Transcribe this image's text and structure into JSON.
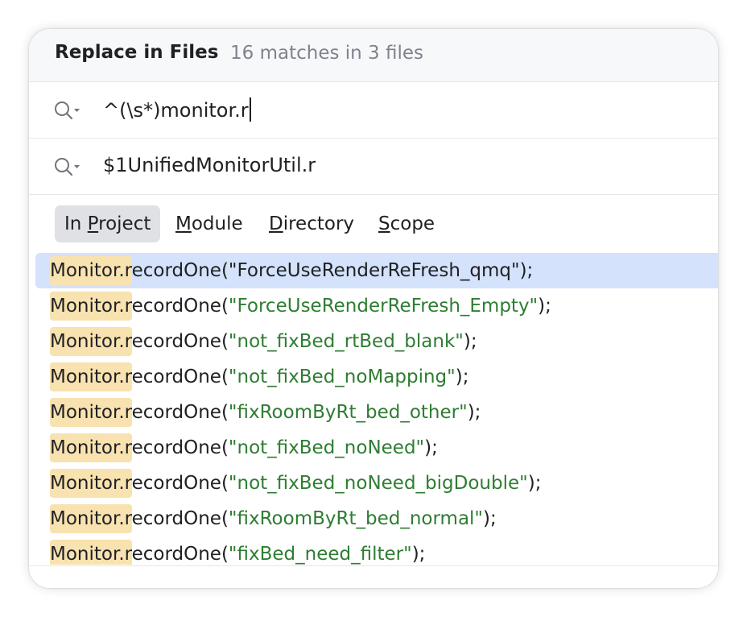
{
  "header": {
    "title": "Replace in Files",
    "match_count": "16 matches in 3 files"
  },
  "search": {
    "find_value": "^(\\s*)monitor.r",
    "find_icon": "search-history-icon",
    "replace_value": "$1UnifiedMonitorUtil.r",
    "replace_icon": "search-history-icon"
  },
  "scope_tabs": [
    {
      "pre": "In ",
      "mnemonic": "P",
      "post": "roject",
      "active": true
    },
    {
      "pre": "",
      "mnemonic": "M",
      "post": "odule",
      "active": false
    },
    {
      "pre": "",
      "mnemonic": "D",
      "post": "irectory",
      "active": false
    },
    {
      "pre": "",
      "mnemonic": "S",
      "post": "cope",
      "active": false
    }
  ],
  "results": [
    {
      "match": "Monitor.r",
      "pre": "ecordOne(",
      "string": "\"ForceUseRenderReFresh_qmq\"",
      "post": ");",
      "selected": true
    },
    {
      "match": "Monitor.r",
      "pre": "ecordOne(",
      "string": "\"ForceUseRenderReFresh_Empty\"",
      "post": ");",
      "selected": false
    },
    {
      "match": "Monitor.r",
      "pre": "ecordOne(",
      "string": "\"not_fixBed_rtBed_blank\"",
      "post": ");",
      "selected": false
    },
    {
      "match": "Monitor.r",
      "pre": "ecordOne(",
      "string": "\"not_fixBed_noMapping\"",
      "post": ");",
      "selected": false
    },
    {
      "match": "Monitor.r",
      "pre": "ecordOne(",
      "string": "\"fixRoomByRt_bed_other\"",
      "post": ");",
      "selected": false
    },
    {
      "match": "Monitor.r",
      "pre": "ecordOne(",
      "string": "\"not_fixBed_noNeed\"",
      "post": ");",
      "selected": false
    },
    {
      "match": "Monitor.r",
      "pre": "ecordOne(",
      "string": "\"not_fixBed_noNeed_bigDouble\"",
      "post": ");",
      "selected": false
    },
    {
      "match": "Monitor.r",
      "pre": "ecordOne(",
      "string": "\"fixRoomByRt_bed_normal\"",
      "post": ");",
      "selected": false
    },
    {
      "match": "Monitor.r",
      "pre": "ecordOne(",
      "string": "\"fixBed_need_filter\"",
      "post": ");",
      "selected": false
    }
  ],
  "colors": {
    "match_highlight": "#f8e2b0",
    "selected_row": "#d4e2fb",
    "string_literal": "#2e7d32",
    "active_tab": "#dfe1e5"
  }
}
